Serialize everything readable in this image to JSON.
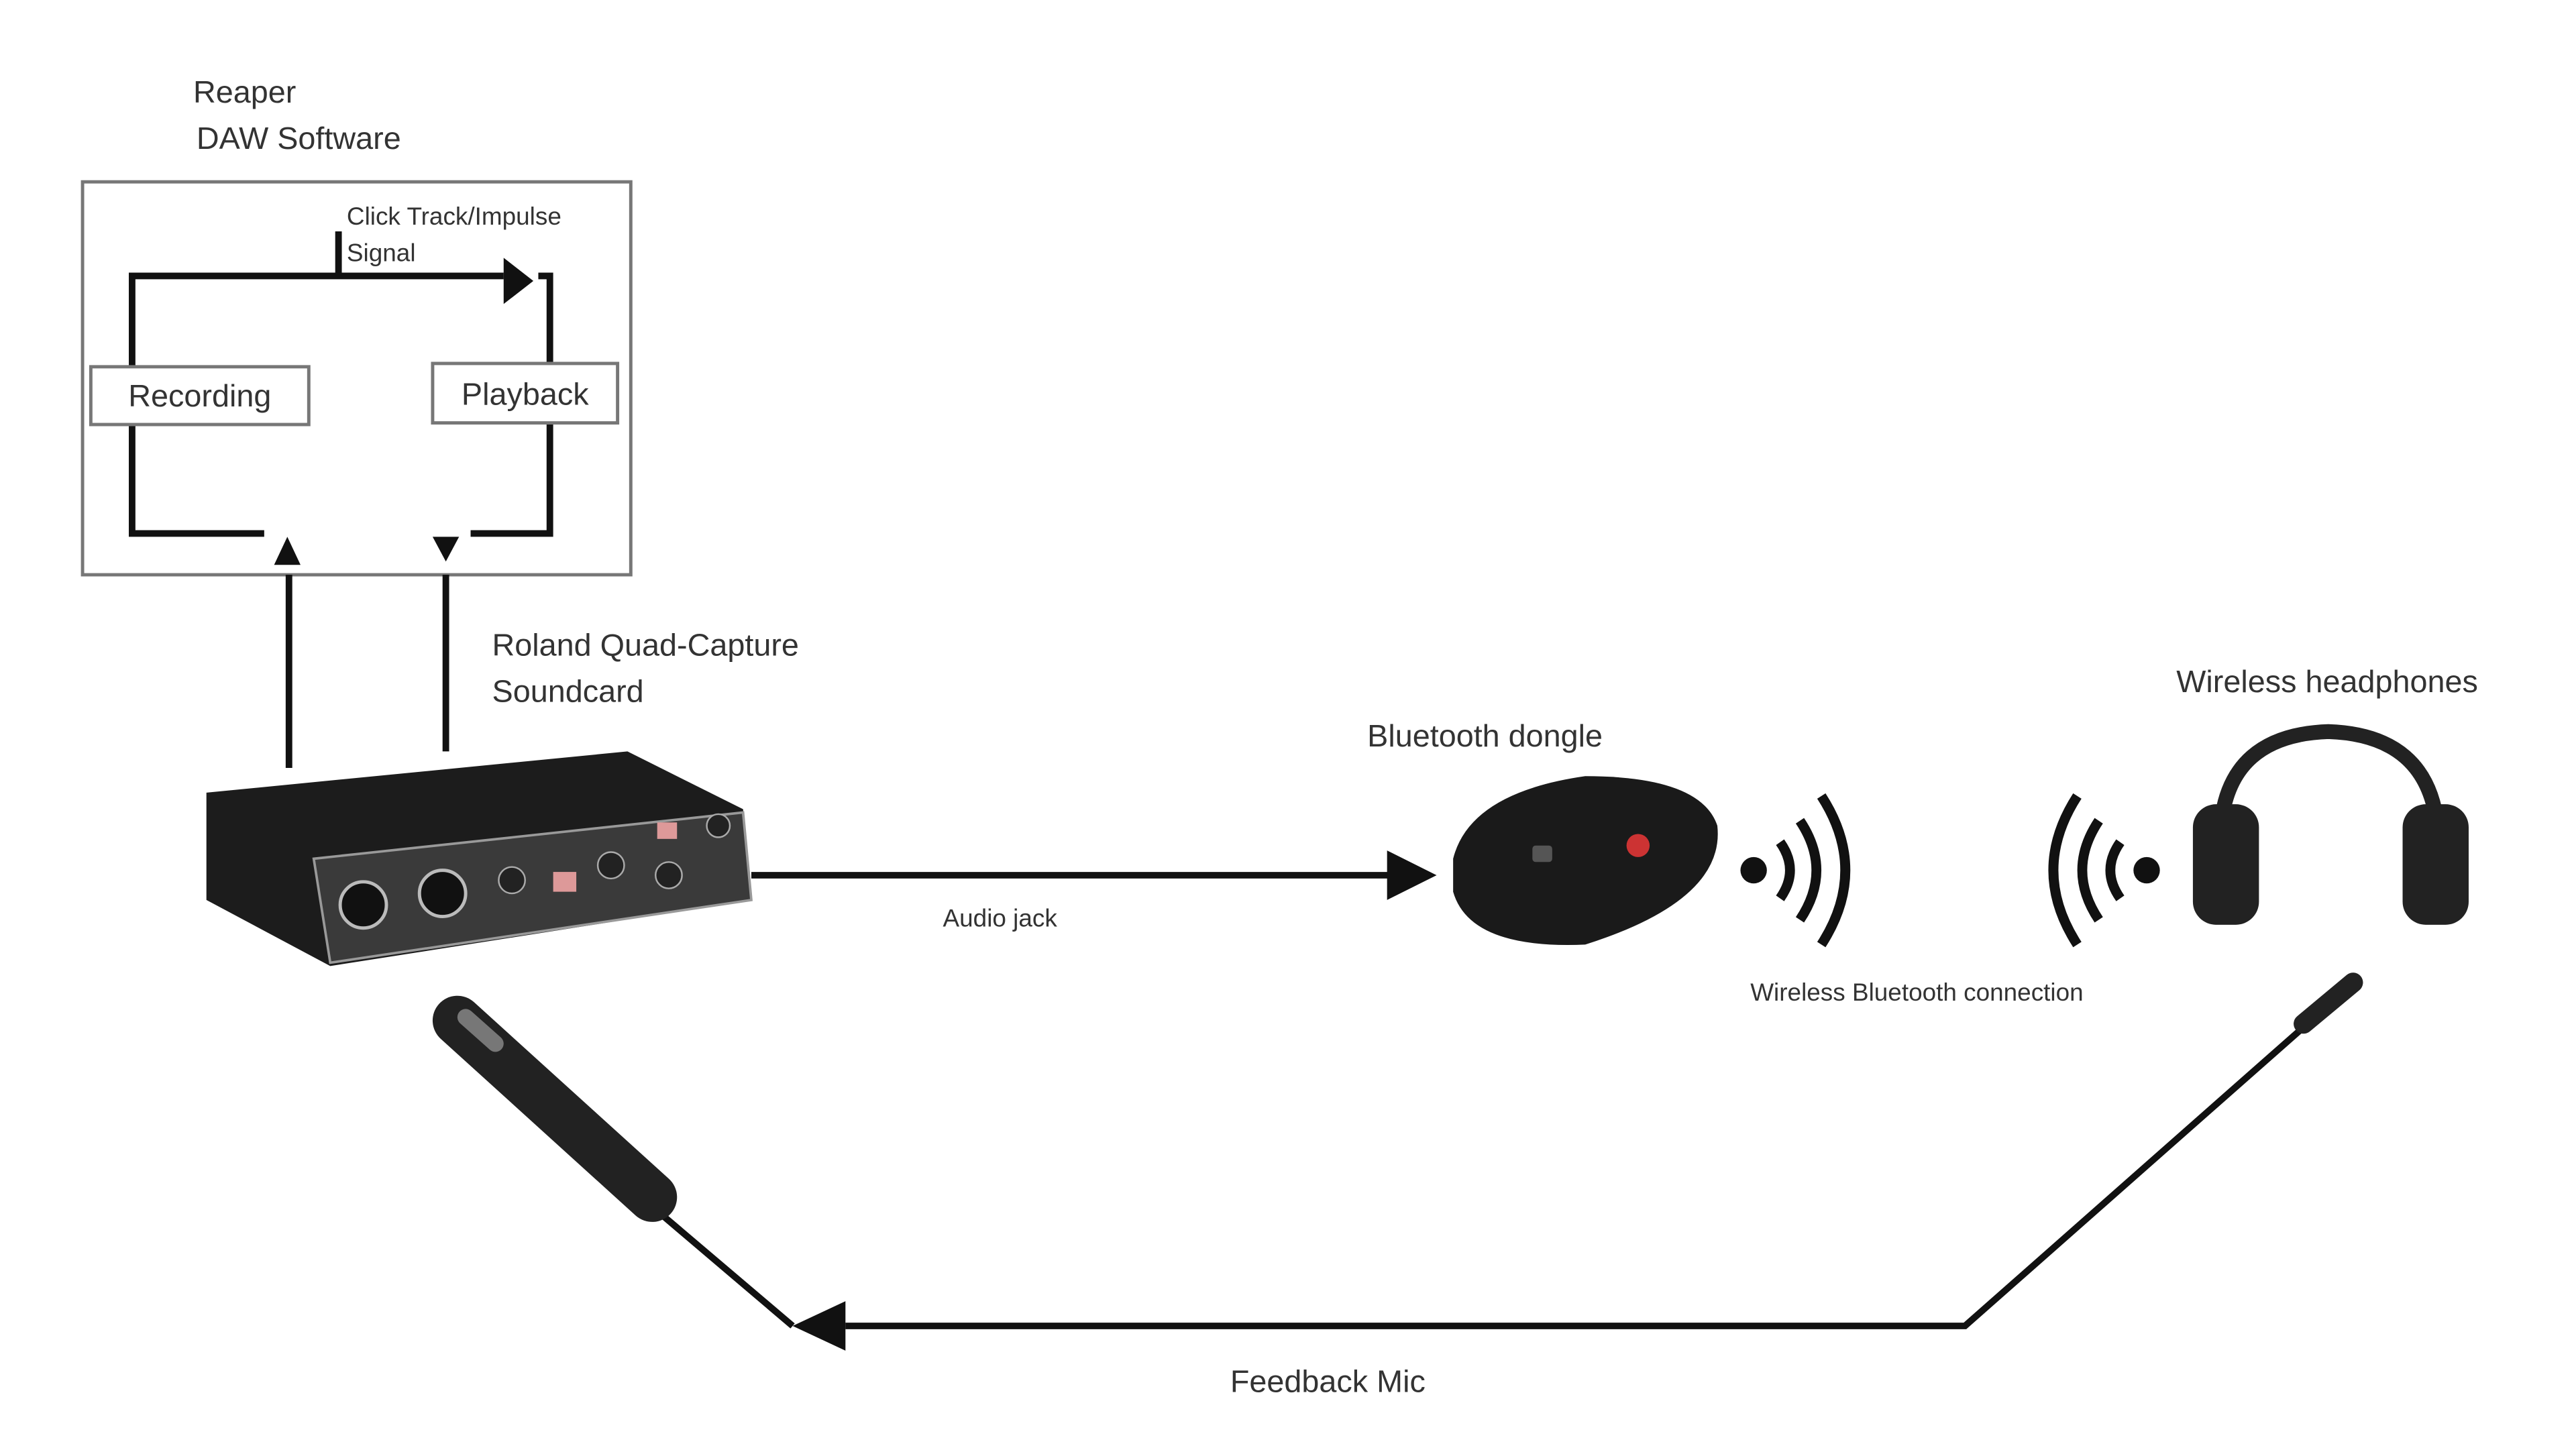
{
  "daw": {
    "title_line1": "Reaper",
    "title_line2": "DAW Software",
    "signal_line1": "Click Track/Impulse",
    "signal_line2": "Signal",
    "recording": "Recording",
    "playback": "Playback"
  },
  "soundcard": {
    "line1": "Roland Quad-Capture",
    "line2": "Soundcard"
  },
  "dongle": {
    "label": "Bluetooth dongle"
  },
  "headphones": {
    "label": "Wireless headphones"
  },
  "connections": {
    "audio_jack": "Audio jack",
    "wireless": "Wireless Bluetooth connection",
    "feedback_mic": "Feedback Mic"
  },
  "colors": {
    "line": "#111111",
    "device": "#1c1c1c",
    "box_border": "#777777"
  }
}
